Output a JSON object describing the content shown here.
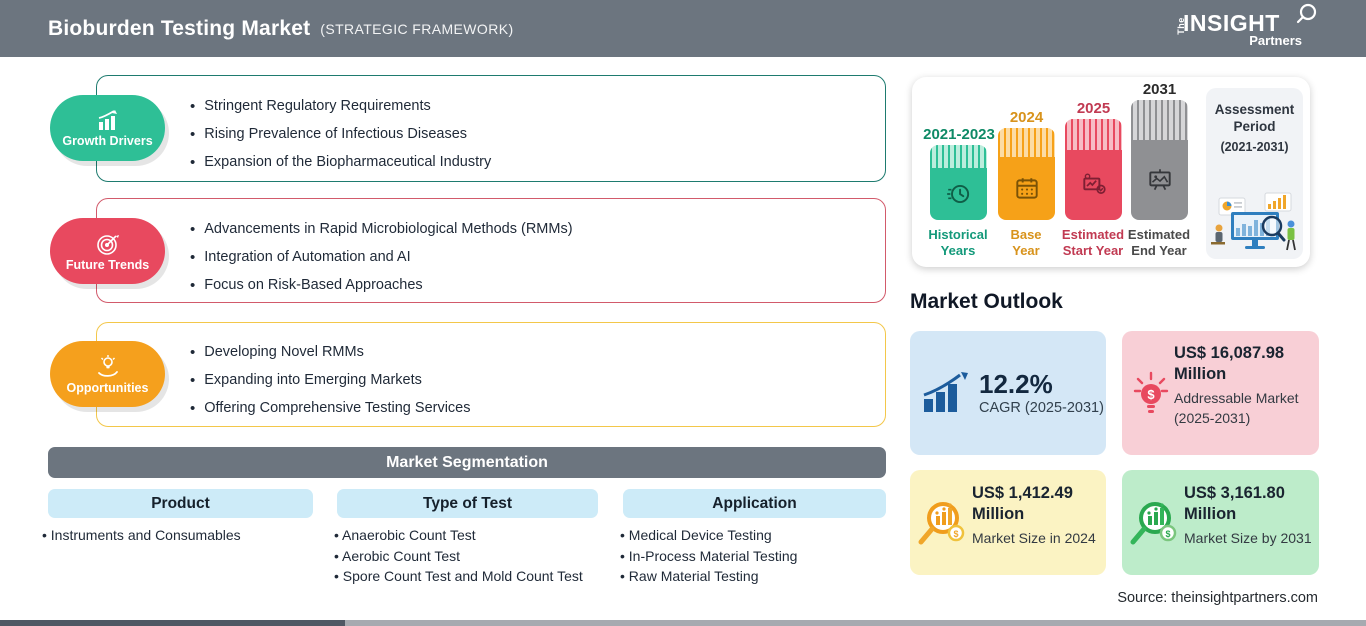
{
  "header": {
    "title": "Bioburden Testing Market",
    "subtitle": "(STRATEGIC FRAMEWORK)",
    "logo": {
      "the": "The",
      "insight": "INSIGHT",
      "partners": "Partners"
    }
  },
  "drivers": {
    "label": "Growth Drivers",
    "badge_color": "#2EBF96",
    "border_color": "#1E7B6F",
    "items": [
      "Stringent Regulatory Requirements",
      "Rising Prevalence of Infectious Diseases",
      "Expansion of the Biopharmaceutical Industry"
    ]
  },
  "trends": {
    "label": "Future Trends",
    "badge_color": "#E8495F",
    "border_color": "#D25A6B",
    "items": [
      "Advancements in Rapid Microbiological Methods (RMMs)",
      "Integration of Automation and AI",
      "Focus on Risk-Based Approaches"
    ]
  },
  "opportunities": {
    "label": "Opportunities",
    "badge_color": "#F5A01D",
    "border_color": "#F3C74A",
    "items": [
      "Developing Novel RMMs",
      "Expanding into Emerging Markets",
      "Offering Comprehensive Testing Services"
    ]
  },
  "segmentation": {
    "title": "Market Segmentation",
    "columns": [
      {
        "header": "Product",
        "items": [
          "Instruments and Consumables",
          "",
          ""
        ]
      },
      {
        "header": "Type of Test",
        "items": [
          "Anaerobic Count Test",
          "Aerobic Count Test",
          "Spore Count Test and Mold Count Test"
        ]
      },
      {
        "header": "Application",
        "items": [
          "Medical Device Testing",
          "In-Process Material Testing",
          "Raw Material Testing"
        ]
      }
    ]
  },
  "timeline": {
    "bars": [
      {
        "year": "2021-2023",
        "label_line1": "Historical",
        "label_line2": "Years",
        "color": "#2EBF96"
      },
      {
        "year": "2024",
        "label_line1": "Base",
        "label_line2": "Year",
        "color": "#F6A118"
      },
      {
        "year": "2025",
        "label_line1": "Estimated",
        "label_line2": "Start Year",
        "color": "#E8495F"
      },
      {
        "year": "2031",
        "label_line1": "Estimated",
        "label_line2": "End Year",
        "color": "#8F9093"
      }
    ],
    "assessment": {
      "title_line1": "Assessment",
      "title_line2": "Period",
      "period": "(2021-2031)"
    }
  },
  "outlook": {
    "title": "Market Outlook",
    "cards": [
      {
        "value": "12.2%",
        "label": "CAGR (2025-2031)",
        "bg": "#D4E7F6",
        "icon_color": "#1C5C9C"
      },
      {
        "value": "US$ 16,087.98 Million",
        "label": "Addressable Market (2025-2031)",
        "bg": "#F8CFD6",
        "icon_color": "#E8495F"
      },
      {
        "value": "US$ 1,412.49 Million",
        "label": "Market Size in 2024",
        "bg": "#FBF3C3",
        "icon_color": "#F09D1D"
      },
      {
        "value": "US$ 3,161.80 Million",
        "label": "Market Size by 2031",
        "bg": "#BDECCA",
        "icon_color": "#2AA84F"
      }
    ]
  },
  "source": "Source: theinsightpartners.com",
  "chart_data": {
    "type": "bar",
    "title": "Bioburden Testing Market (Strategic Framework) — Market Outlook",
    "categories": [
      "Market Size in 2024",
      "Market Size by 2031",
      "Addressable Market (2025-2031)"
    ],
    "values": [
      1412.49,
      3161.8,
      16087.98
    ],
    "unit": "US$ Million",
    "cagr_percent": 12.2,
    "cagr_period": "2025-2031",
    "timeline": {
      "historical_years": "2021-2023",
      "base_year": "2024",
      "estimated_start_year": "2025",
      "estimated_end_year": "2031",
      "assessment_period": "2021-2031"
    }
  }
}
